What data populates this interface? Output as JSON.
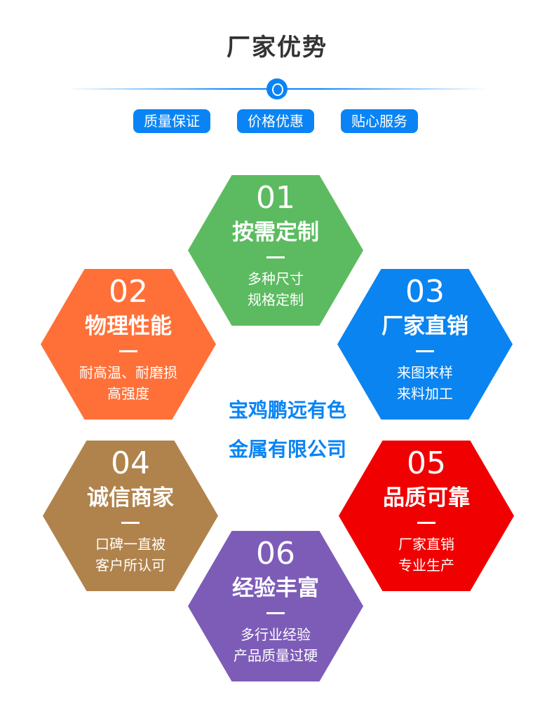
{
  "header": {
    "title": "厂家优势",
    "tags": [
      "质量保证",
      "价格优惠",
      "贴心服务"
    ]
  },
  "colors": {
    "accent": "#0a84f5",
    "green": "#5cbb60",
    "orange": "#ff7038",
    "blue": "#0a84f0",
    "brown": "#b0834c",
    "red": "#f00000",
    "purple": "#7d5cb8"
  },
  "hexes": [
    {
      "num": "01",
      "title": "按需定制",
      "lines": [
        "多种尺寸",
        "规格定制"
      ]
    },
    {
      "num": "02",
      "title": "物理性能",
      "lines": [
        "耐高温、耐磨损",
        "高强度"
      ]
    },
    {
      "num": "03",
      "title": "厂家直销",
      "lines": [
        "来图来样",
        "来料加工"
      ]
    },
    {
      "num": "04",
      "title": "诚信商家",
      "lines": [
        "口碑一直被",
        "客户所认可"
      ]
    },
    {
      "num": "05",
      "title": "品质可靠",
      "lines": [
        "厂家直销",
        "专业生产"
      ]
    },
    {
      "num": "06",
      "title": "经验丰富",
      "lines": [
        "多行业经验",
        "产品质量过硬"
      ]
    }
  ],
  "center": {
    "line1": "宝鸡鹏远有色",
    "line2": "金属有限公司"
  }
}
